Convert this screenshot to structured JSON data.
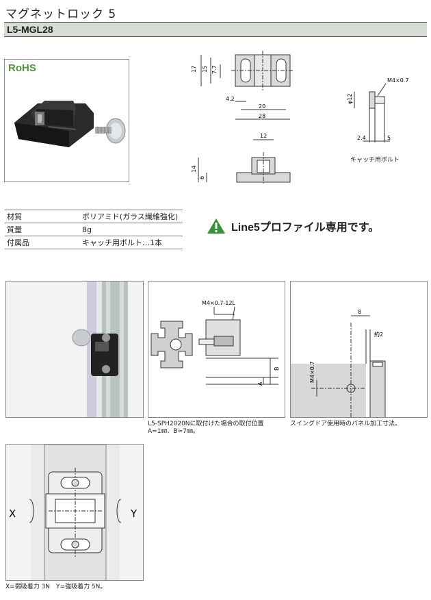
{
  "title": "マグネットロック 5",
  "product_code": "L5-MGL28",
  "rohs_label": "RoHS",
  "spec_table": [
    {
      "key": "材質",
      "value": "ポリアミド(ガラス繊維強化)"
    },
    {
      "key": "質量",
      "value": "8g"
    },
    {
      "key": "付属品",
      "value": "キャッチ用ボルト…1本"
    }
  ],
  "notice": "Line5プロファイル専用です。",
  "notice_icon": "warning-icon",
  "drawing_top": {
    "dims": [
      "17",
      "15",
      "7.7",
      "4.2",
      "20",
      "28"
    ]
  },
  "drawing_front": {
    "dims": [
      "12",
      "14",
      "6"
    ]
  },
  "drawing_bolt": {
    "dims": [
      "M4×0.7",
      "φ12",
      "2.4",
      "5"
    ],
    "caption": "キャッチ用ボルト"
  },
  "mount_drawing": {
    "bolt_label": "M4×0.7-12L",
    "dim_a": "A",
    "dim_b": "B",
    "caption_line1": "L5-SPH2020Nに取付けた場合の取付位置",
    "caption_line2": "A=1㎜、B=7㎜。"
  },
  "panel_drawing": {
    "dim_8": "8",
    "dim_2": "約2",
    "thread": "M4×0.7",
    "caption": "スイングドア使用時のパネル加工寸法。"
  },
  "force_diagram": {
    "x_label": "X",
    "y_label": "Y",
    "caption": "X=弱吸着力 3N　Y=強吸着力 5N。"
  }
}
